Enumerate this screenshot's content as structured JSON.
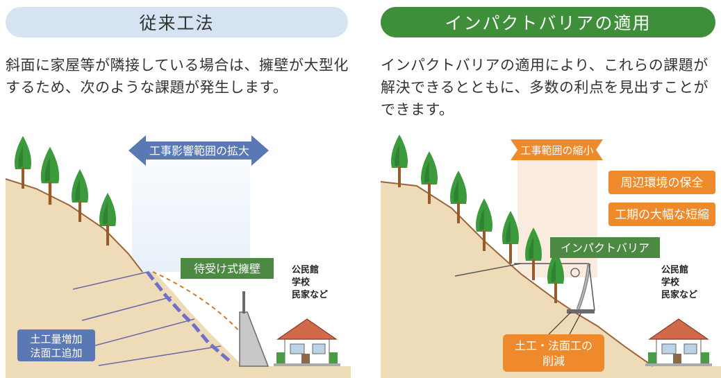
{
  "left": {
    "header": "従来工法",
    "description": "斜面に家屋等が隣接している場合は、擁壁が大型化するため、次のような課題が発生します。",
    "impact_range_label": "工事影響範囲の拡大",
    "wall_label": "待受け式擁壁",
    "buildings_label": [
      "公民館",
      "学校",
      "民家など"
    ],
    "issue_label": [
      "土工量増加",
      "法面工追加"
    ]
  },
  "right": {
    "header": "インパクトバリアの適用",
    "description": "インパクトバリアの適用により、これらの課題が解決できるとともに、多数の利点を見出すことができます。",
    "range_label": "工事範囲の縮小",
    "benefits": [
      "周辺環境の保全",
      "工期の大幅な短縮"
    ],
    "barrier_label": "インパクトバリア",
    "buildings_label": [
      "公民館",
      "学校",
      "民家など"
    ],
    "reduction_label": [
      "土工・法面工の",
      "削減"
    ]
  },
  "colors": {
    "ground": "#eedcb8",
    "slope_line": "#a0623a",
    "tree": "#3b9a3c",
    "trunk": "#9a5a2a",
    "blue_label": "#5a78b4",
    "green_label": "#4c8a44",
    "orange_label": "#ee8a2b",
    "left_header_bg": "#d5e3f3",
    "right_header_bg": "#3f8f3a"
  }
}
